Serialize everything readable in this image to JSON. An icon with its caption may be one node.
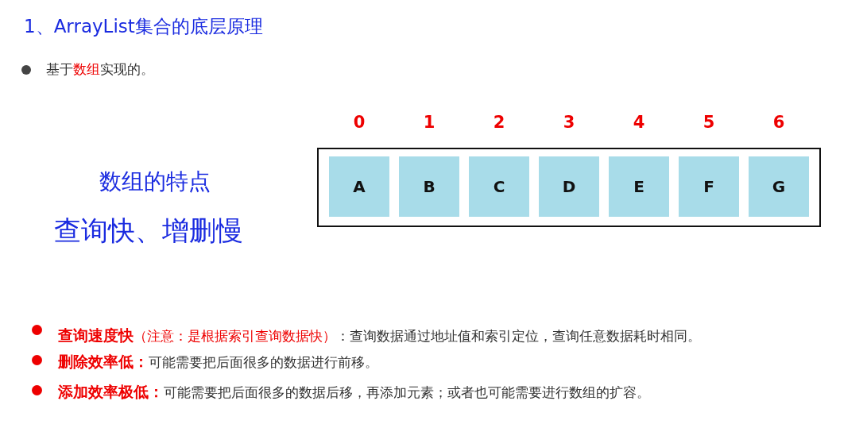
{
  "diagram": {
    "title": "1、ArrayList集合的底层原理",
    "nodes": [
      {
        "text": [],
        "shape": "box"
      },
      {
        "text": [
          "A"
        ],
        "in": 0,
        "beside": [
          "0"
        ]
      },
      {
        "text": [
          "B"
        ],
        "in": 0,
        "beside": [
          "1"
        ]
      },
      {
        "text": [
          "C"
        ],
        "in": 0,
        "beside": [
          "2"
        ]
      },
      {
        "text": [
          "D"
        ],
        "in": 0,
        "beside": [
          "3"
        ]
      },
      {
        "text": [
          "E"
        ],
        "in": 0,
        "beside": [
          "4"
        ]
      },
      {
        "text": [
          "F"
        ],
        "in": 0,
        "beside": [
          "5"
        ]
      },
      {
        "text": [
          "G"
        ],
        "in": 0,
        "beside": [
          "6"
        ]
      }
    ],
    "edges": [],
    "labels": [
      "基于",
      "数组",
      "实现的。",
      "数组的特点",
      "查询快、增删慢",
      "查询速度快",
      "（注意：是根据索引查询数据快）",
      "：查询数据通过地址值和索引定位，查询任意数据耗时相同。",
      "删除效率低：",
      "可能需要把后面很多的数据进行前移。",
      "添加效率极低：",
      "可能需要把后面很多的数据后移，再添加元素；或者也可能需要进行数组的扩容。"
    ]
  }
}
